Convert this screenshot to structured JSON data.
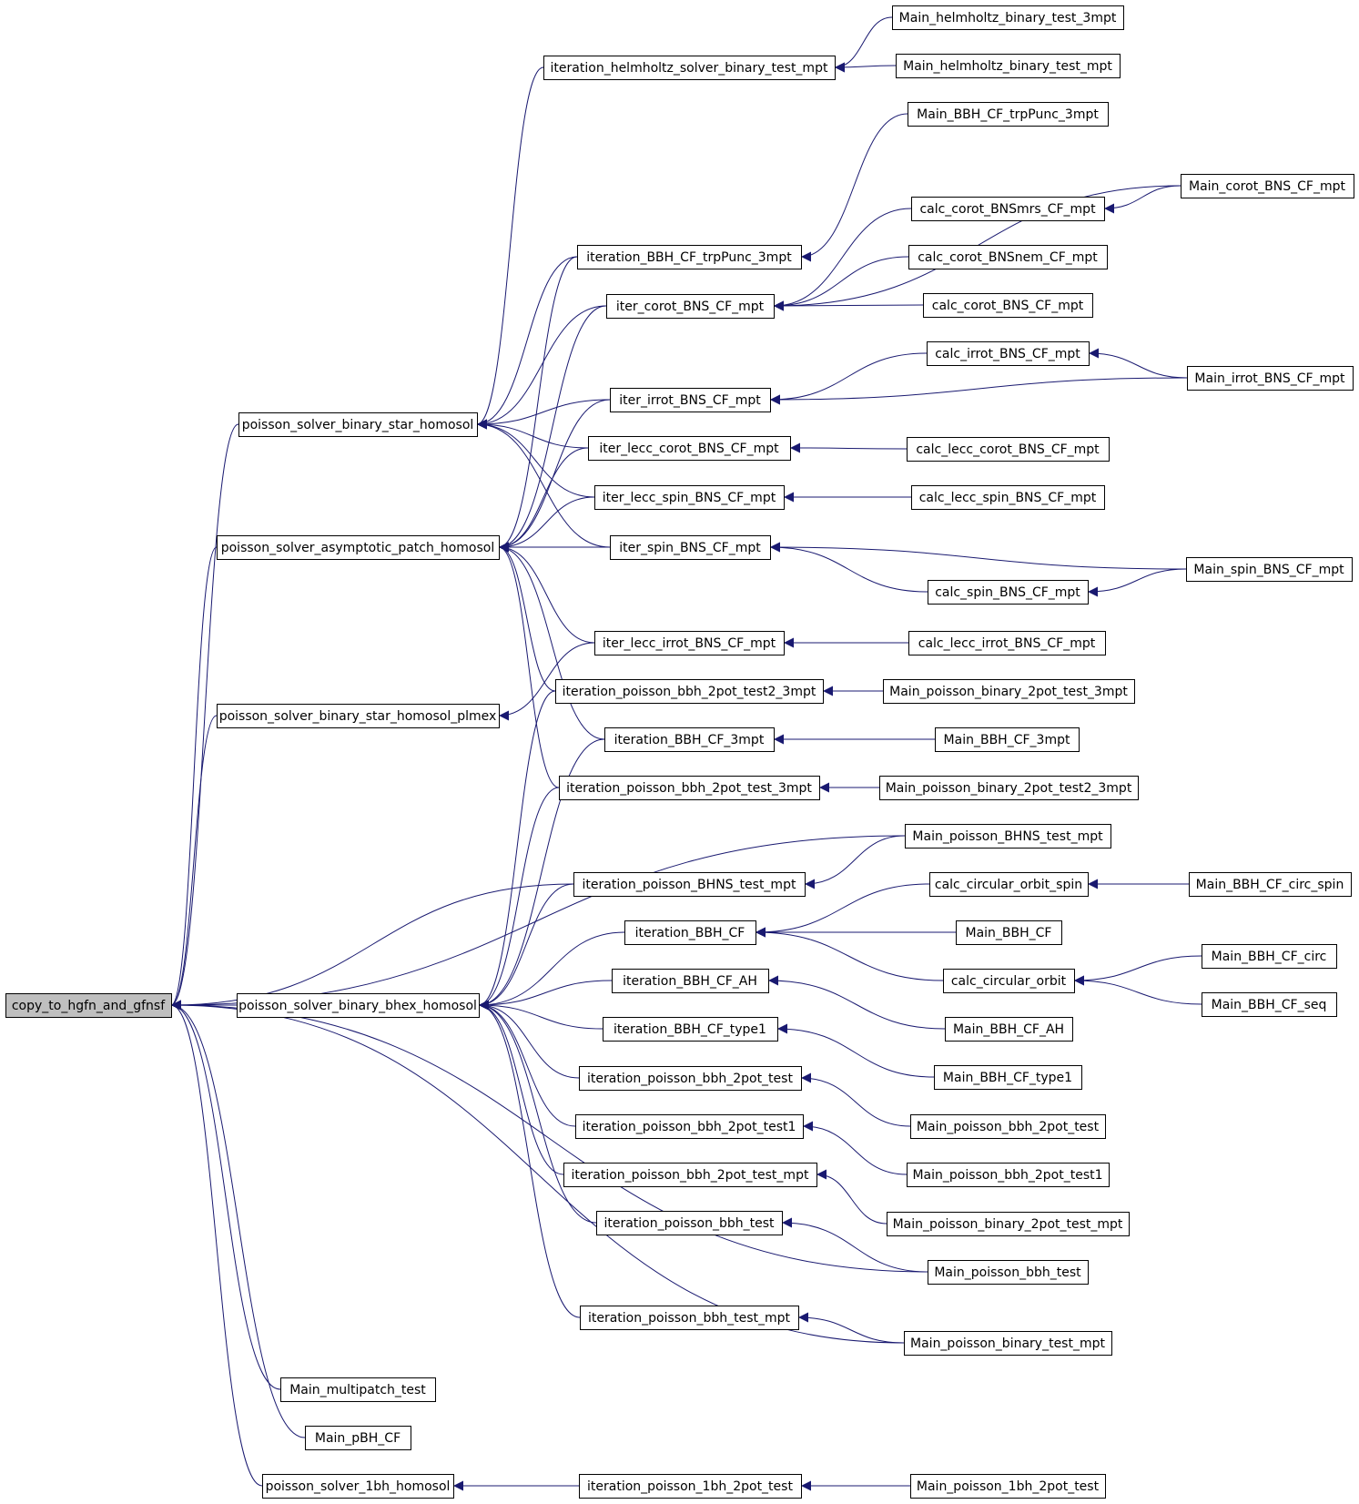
{
  "nodes": [
    {
      "id": "copy_to_hgfn_and_gfnsf",
      "label": "copy_to_hgfn_and_gfnsf",
      "root": true
    },
    {
      "id": "psbsh",
      "label": "poisson_solver_binary_star_homosol"
    },
    {
      "id": "psaph",
      "label": "poisson_solver_asymptotic_patch_homosol"
    },
    {
      "id": "psbshp",
      "label": "poisson_solver_binary_star_homosol_plmex"
    },
    {
      "id": "psbbh",
      "label": "poisson_solver_binary_bhex_homosol"
    },
    {
      "id": "mmt",
      "label": "Main_multipatch_test"
    },
    {
      "id": "mpbh",
      "label": "Main_pBH_CF"
    },
    {
      "id": "ps1bh",
      "label": "poisson_solver_1bh_homosol"
    },
    {
      "id": "ihsbtm",
      "label": "iteration_helmholtz_solver_binary_test_mpt"
    },
    {
      "id": "ibtp3",
      "label": "iteration_BBH_CF_trpPunc_3mpt"
    },
    {
      "id": "icbns",
      "label": "iter_corot_BNS_CF_mpt"
    },
    {
      "id": "iibns",
      "label": "iter_irrot_BNS_CF_mpt"
    },
    {
      "id": "ilcbns",
      "label": "iter_lecc_corot_BNS_CF_mpt"
    },
    {
      "id": "ilsbns",
      "label": "iter_lecc_spin_BNS_CF_mpt"
    },
    {
      "id": "isbns",
      "label": "iter_spin_BNS_CF_mpt"
    },
    {
      "id": "ilibns",
      "label": "iter_lecc_irrot_BNS_CF_mpt"
    },
    {
      "id": "ipb2t2",
      "label": "iteration_poisson_bbh_2pot_test2_3mpt"
    },
    {
      "id": "ib3",
      "label": "iteration_BBH_CF_3mpt"
    },
    {
      "id": "ipb2t3",
      "label": "iteration_poisson_bbh_2pot_test_3mpt"
    },
    {
      "id": "ipbhns",
      "label": "iteration_poisson_BHNS_test_mpt"
    },
    {
      "id": "ibcf",
      "label": "iteration_BBH_CF"
    },
    {
      "id": "ibah",
      "label": "iteration_BBH_CF_AH"
    },
    {
      "id": "ibt1",
      "label": "iteration_BBH_CF_type1"
    },
    {
      "id": "ipb2",
      "label": "iteration_poisson_bbh_2pot_test"
    },
    {
      "id": "ipb21",
      "label": "iteration_poisson_bbh_2pot_test1"
    },
    {
      "id": "ipb2m",
      "label": "iteration_poisson_bbh_2pot_test_mpt"
    },
    {
      "id": "ipbt",
      "label": "iteration_poisson_bbh_test"
    },
    {
      "id": "ipbtm",
      "label": "iteration_poisson_bbh_test_mpt"
    },
    {
      "id": "ip1b2",
      "label": "iteration_poisson_1bh_2pot_test"
    },
    {
      "id": "mhb3",
      "label": "Main_helmholtz_binary_test_3mpt"
    },
    {
      "id": "mhbm",
      "label": "Main_helmholtz_binary_test_mpt"
    },
    {
      "id": "mbtp3",
      "label": "Main_BBH_CF_trpPunc_3mpt"
    },
    {
      "id": "ccbm",
      "label": "calc_corot_BNSmrs_CF_mpt"
    },
    {
      "id": "ccbn",
      "label": "calc_corot_BNSnem_CF_mpt"
    },
    {
      "id": "ccb",
      "label": "calc_corot_BNS_CF_mpt"
    },
    {
      "id": "cib",
      "label": "calc_irrot_BNS_CF_mpt"
    },
    {
      "id": "clcb",
      "label": "calc_lecc_corot_BNS_CF_mpt"
    },
    {
      "id": "clsb",
      "label": "calc_lecc_spin_BNS_CF_mpt"
    },
    {
      "id": "csb",
      "label": "calc_spin_BNS_CF_mpt"
    },
    {
      "id": "clib",
      "label": "calc_lecc_irrot_BNS_CF_mpt"
    },
    {
      "id": "mpb2t3",
      "label": "Main_poisson_binary_2pot_test_3mpt"
    },
    {
      "id": "mb3",
      "label": "Main_BBH_CF_3mpt"
    },
    {
      "id": "mpb2t23",
      "label": "Main_poisson_binary_2pot_test2_3mpt"
    },
    {
      "id": "mpbhns",
      "label": "Main_poisson_BHNS_test_mpt"
    },
    {
      "id": "ccos",
      "label": "calc_circular_orbit_spin"
    },
    {
      "id": "mbcf",
      "label": "Main_BBH_CF"
    },
    {
      "id": "cco",
      "label": "calc_circular_orbit"
    },
    {
      "id": "mbah",
      "label": "Main_BBH_CF_AH"
    },
    {
      "id": "mbt1",
      "label": "Main_BBH_CF_type1"
    },
    {
      "id": "mpb2",
      "label": "Main_poisson_bbh_2pot_test"
    },
    {
      "id": "mpb21",
      "label": "Main_poisson_bbh_2pot_test1"
    },
    {
      "id": "mpb2m",
      "label": "Main_poisson_binary_2pot_test_mpt"
    },
    {
      "id": "mpbt",
      "label": "Main_poisson_bbh_test"
    },
    {
      "id": "mpbtm",
      "label": "Main_poisson_binary_test_mpt"
    },
    {
      "id": "mp1b2",
      "label": "Main_poisson_1bh_2pot_test"
    },
    {
      "id": "mcbns",
      "label": "Main_corot_BNS_CF_mpt"
    },
    {
      "id": "mibns",
      "label": "Main_irrot_BNS_CF_mpt"
    },
    {
      "id": "msbns",
      "label": "Main_spin_BNS_CF_mpt"
    },
    {
      "id": "mbcs",
      "label": "Main_BBH_CF_circ_spin"
    },
    {
      "id": "mbcc",
      "label": "Main_BBH_CF_circ"
    },
    {
      "id": "mbsq",
      "label": "Main_BBH_CF_seq"
    }
  ],
  "edges": [
    [
      "psbsh",
      "copy_to_hgfn_and_gfnsf"
    ],
    [
      "psaph",
      "copy_to_hgfn_and_gfnsf"
    ],
    [
      "psbshp",
      "copy_to_hgfn_and_gfnsf"
    ],
    [
      "psbbh",
      "copy_to_hgfn_and_gfnsf"
    ],
    [
      "mmt",
      "copy_to_hgfn_and_gfnsf"
    ],
    [
      "mpbh",
      "copy_to_hgfn_and_gfnsf"
    ],
    [
      "ps1bh",
      "copy_to_hgfn_and_gfnsf"
    ],
    [
      "mpbhns",
      "copy_to_hgfn_and_gfnsf"
    ],
    [
      "ipbhns",
      "copy_to_hgfn_and_gfnsf"
    ],
    [
      "mpbt",
      "copy_to_hgfn_and_gfnsf"
    ],
    [
      "mpbtm",
      "copy_to_hgfn_and_gfnsf"
    ],
    [
      "ihsbtm",
      "psbsh"
    ],
    [
      "ibtp3",
      "psbsh"
    ],
    [
      "icbns",
      "psbsh"
    ],
    [
      "iibns",
      "psbsh"
    ],
    [
      "ilcbns",
      "psbsh"
    ],
    [
      "ilsbns",
      "psbsh"
    ],
    [
      "isbns",
      "psbsh"
    ],
    [
      "ibtp3",
      "psaph"
    ],
    [
      "icbns",
      "psaph"
    ],
    [
      "iibns",
      "psaph"
    ],
    [
      "ilcbns",
      "psaph"
    ],
    [
      "ilsbns",
      "psaph"
    ],
    [
      "isbns",
      "psaph"
    ],
    [
      "ilibns",
      "psaph"
    ],
    [
      "ipb2t2",
      "psaph"
    ],
    [
      "ib3",
      "psaph"
    ],
    [
      "ipb2t3",
      "psaph"
    ],
    [
      "ilibns",
      "psbshp"
    ],
    [
      "ipb2t2",
      "psbbh"
    ],
    [
      "ib3",
      "psbbh"
    ],
    [
      "ipb2t3",
      "psbbh"
    ],
    [
      "ipbhns",
      "psbbh"
    ],
    [
      "ibcf",
      "psbbh"
    ],
    [
      "ibah",
      "psbbh"
    ],
    [
      "ibt1",
      "psbbh"
    ],
    [
      "ipb2",
      "psbbh"
    ],
    [
      "ipb21",
      "psbbh"
    ],
    [
      "ipb2m",
      "psbbh"
    ],
    [
      "ipbt",
      "psbbh"
    ],
    [
      "ipbtm",
      "psbbh"
    ],
    [
      "ip1b2",
      "ps1bh"
    ],
    [
      "mhb3",
      "ihsbtm"
    ],
    [
      "mhbm",
      "ihsbtm"
    ],
    [
      "mbtp3",
      "ibtp3"
    ],
    [
      "mcbns",
      "icbns"
    ],
    [
      "ccbm",
      "icbns"
    ],
    [
      "ccbn",
      "icbns"
    ],
    [
      "ccb",
      "icbns"
    ],
    [
      "cib",
      "iibns"
    ],
    [
      "mibns",
      "iibns"
    ],
    [
      "clcb",
      "ilcbns"
    ],
    [
      "clsb",
      "ilsbns"
    ],
    [
      "msbns",
      "isbns"
    ],
    [
      "csb",
      "isbns"
    ],
    [
      "clib",
      "ilibns"
    ],
    [
      "mpb2t3",
      "ipb2t2"
    ],
    [
      "mb3",
      "ib3"
    ],
    [
      "mpb2t23",
      "ipb2t3"
    ],
    [
      "mpbhns",
      "ipbhns"
    ],
    [
      "ccos",
      "ibcf"
    ],
    [
      "mbcf",
      "ibcf"
    ],
    [
      "cco",
      "ibcf"
    ],
    [
      "mbah",
      "ibah"
    ],
    [
      "mbt1",
      "ibt1"
    ],
    [
      "mpb2",
      "ipb2"
    ],
    [
      "mpb21",
      "ipb21"
    ],
    [
      "mpb2m",
      "ipb2m"
    ],
    [
      "mpbt",
      "ipbt"
    ],
    [
      "mpbtm",
      "ipbtm"
    ],
    [
      "mp1b2",
      "ip1b2"
    ],
    [
      "mcbns",
      "ccbm"
    ],
    [
      "mibns",
      "cib"
    ],
    [
      "msbns",
      "csb"
    ],
    [
      "mbcs",
      "ccos"
    ],
    [
      "mbcc",
      "cco"
    ],
    [
      "mbsq",
      "cco"
    ]
  ],
  "colors": {
    "edge": "#191970",
    "node_border": "#000000",
    "node_fill": "#ffffff",
    "root_fill": "#bfbfbf"
  }
}
